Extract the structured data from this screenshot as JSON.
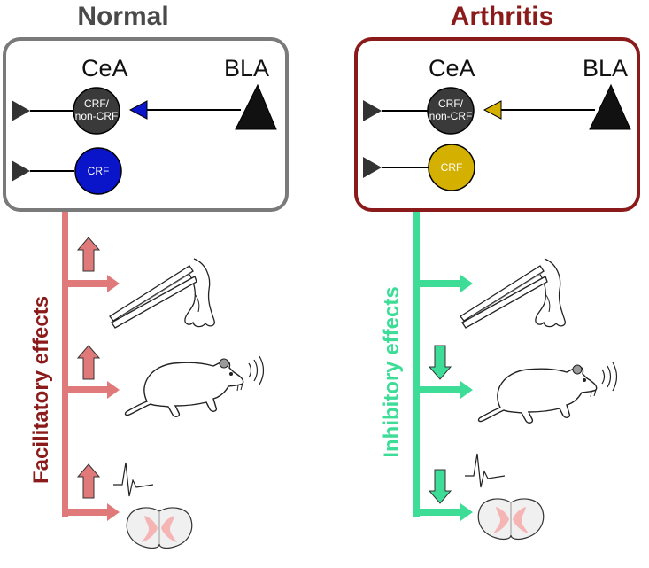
{
  "colors": {
    "normal_title": "#4a4a4a",
    "normal_box": "#7a7a7a",
    "arthritis_title": "#8b1a1a",
    "arthritis_box": "#8b1a1a",
    "facilitatory": "#e07a7a",
    "inhibitory": "#3ddc97",
    "crf_normal": "#0a14c8",
    "crf_arthritis": "#d4b000",
    "neuron_dark": "#3a3a3a",
    "spinal_pink": "#f5b5b5"
  },
  "normal": {
    "title": "Normal",
    "region_left": "CeA",
    "region_right": "BLA",
    "cell1_line1": "CRF/",
    "cell1_line2": "non-CRF",
    "cell2": "CRF",
    "effect_label": "Facilitatory effects",
    "effect_direction": "up"
  },
  "arthritis": {
    "title": "Arthritis",
    "region_left": "CeA",
    "region_right": "BLA",
    "cell1_line1": "CRF/",
    "cell1_line2": "non-CRF",
    "cell2": "CRF",
    "effect_label": "Inhibitory effects",
    "effect_direction": "down"
  },
  "outputs": [
    "forceps-icon",
    "rat-vocalization-icon",
    "spinal-cord-recording-icon"
  ]
}
